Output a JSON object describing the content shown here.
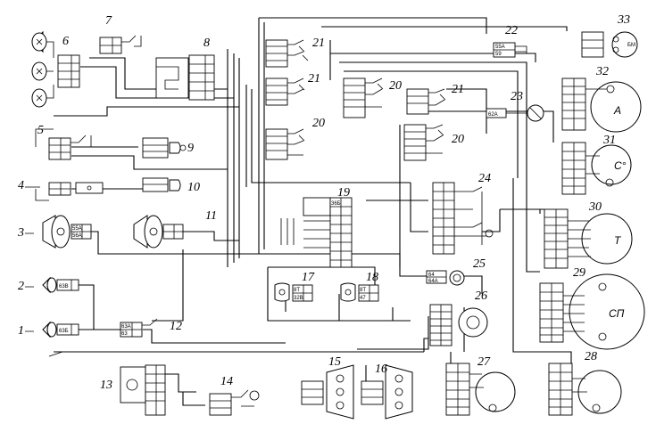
{
  "diagram": {
    "callouts": [
      {
        "id": "n1",
        "text": "1"
      },
      {
        "id": "n2",
        "text": "2"
      },
      {
        "id": "n3",
        "text": "3"
      },
      {
        "id": "n4",
        "text": "4"
      },
      {
        "id": "n5",
        "text": "5"
      },
      {
        "id": "n6",
        "text": "6"
      },
      {
        "id": "n7",
        "text": "7"
      },
      {
        "id": "n8",
        "text": "8"
      },
      {
        "id": "n9",
        "text": "9"
      },
      {
        "id": "n10",
        "text": "10"
      },
      {
        "id": "n11",
        "text": "11"
      },
      {
        "id": "n12",
        "text": "12"
      },
      {
        "id": "n13",
        "text": "13"
      },
      {
        "id": "n14",
        "text": "14"
      },
      {
        "id": "n15",
        "text": "15"
      },
      {
        "id": "n16",
        "text": "16"
      },
      {
        "id": "n17",
        "text": "17"
      },
      {
        "id": "n18",
        "text": "18"
      },
      {
        "id": "n19",
        "text": "19"
      },
      {
        "id": "n20a",
        "text": "20"
      },
      {
        "id": "n20b",
        "text": "20"
      },
      {
        "id": "n20c",
        "text": "20"
      },
      {
        "id": "n21a",
        "text": "21"
      },
      {
        "id": "n21b",
        "text": "21"
      },
      {
        "id": "n21c",
        "text": "21"
      },
      {
        "id": "n22",
        "text": "22"
      },
      {
        "id": "n23",
        "text": "23"
      },
      {
        "id": "n24",
        "text": "24"
      },
      {
        "id": "n25",
        "text": "25"
      },
      {
        "id": "n26",
        "text": "26"
      },
      {
        "id": "n27",
        "text": "27"
      },
      {
        "id": "n28",
        "text": "28"
      },
      {
        "id": "n29",
        "text": "29"
      },
      {
        "id": "n30",
        "text": "30"
      },
      {
        "id": "n31",
        "text": "31"
      },
      {
        "id": "n32",
        "text": "32"
      },
      {
        "id": "n33",
        "text": "33"
      }
    ],
    "gauges": {
      "a": "A",
      "c": "C°",
      "t": "T",
      "sp": "СП",
      "bm": "БМ"
    },
    "terminals": {
      "t1": "63Б",
      "t2": "63В",
      "t3a": "55А",
      "t3b": "56А",
      "t12a": "63А",
      "t12b": "63",
      "t23": "62А",
      "t17a": "8Т",
      "t17b": "32В",
      "t18a": "8Т",
      "t18b": "47",
      "t22a": "55А",
      "t22b": "59",
      "t25a": "64",
      "t25b": "64А",
      "t19": "36Б"
    }
  }
}
